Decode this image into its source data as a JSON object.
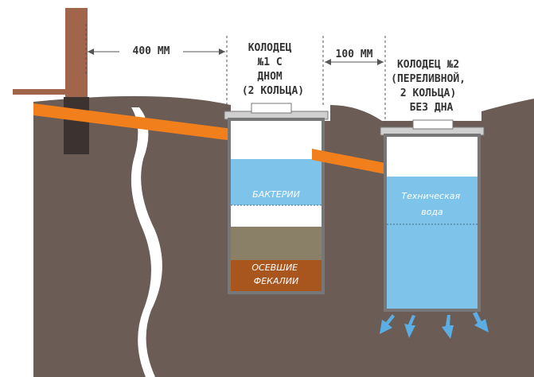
{
  "colors": {
    "soil": "#6b5d55",
    "pipe": "#f07f1c",
    "post": "#a0654a",
    "post_base": "#3c3330",
    "well_wall": "#ffffff",
    "water": "#7ec4ea",
    "sludge": "#8a8068",
    "sediment": "#a8561e",
    "outflow_arrow": "#5aaee4",
    "dimension_line": "#555555"
  },
  "dimensions": {
    "gap1": "400 ММ",
    "gap2": "100 ММ"
  },
  "well1": {
    "title_lines": [
      "КОЛОДЕЦ",
      "№1 С",
      "ДНОМ",
      "(2 КОЛЬЦА)"
    ],
    "layer_bacteria": "БАКТЕРИИ",
    "layer_sediment_line1": "ОСЕВШИЕ",
    "layer_sediment_line2": "ФЕКАЛИИ"
  },
  "well2": {
    "title_lines": [
      "КОЛОДЕЦ №2",
      "(ПЕРЕЛИВНОЙ,",
      "2 КОЛЬЦА)",
      "БЕЗ ДНА"
    ],
    "water_line1": "Техническая",
    "water_line2": "вода"
  }
}
